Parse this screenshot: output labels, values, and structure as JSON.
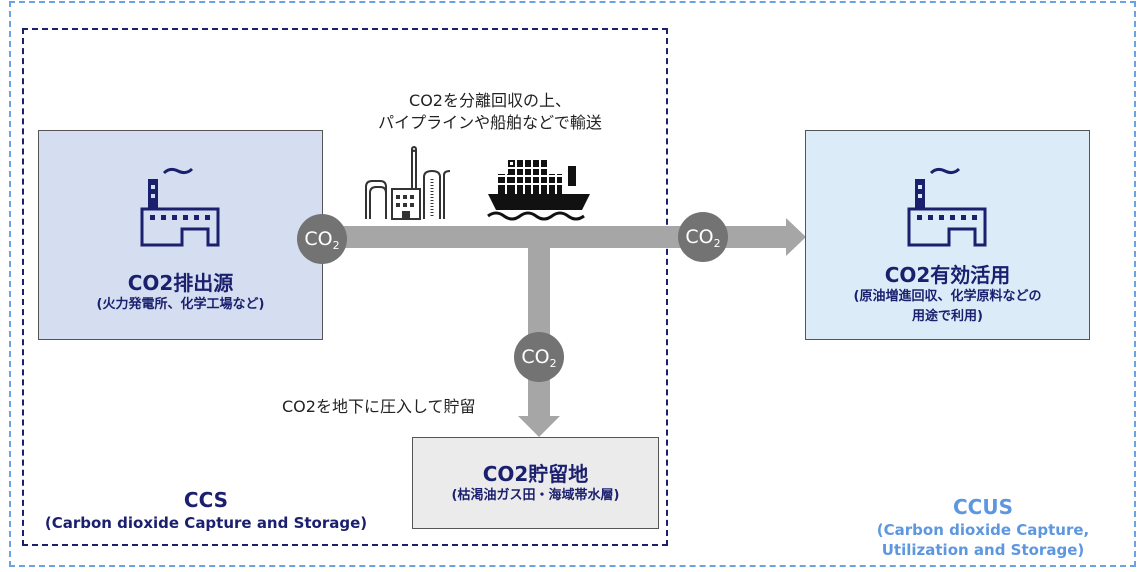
{
  "frames": {
    "ccus": {
      "title": "CCUS",
      "subtitle_line1": "(Carbon dioxide Capture,",
      "subtitle_line2": "Utilization and Storage)",
      "color": "#6ca1e6"
    },
    "ccs": {
      "title": "CCS",
      "subtitle": "(Carbon dioxide Capture and Storage)",
      "color": "#1a1f6e"
    }
  },
  "source": {
    "title": "CO2排出源",
    "subtitle": "(火力発電所、化学工場など)",
    "icon": "factory-icon"
  },
  "utilization": {
    "title": "CO2有効活用",
    "subtitle_line1": "(原油増進回収、化学原料などの",
    "subtitle_line2": "用途で利用)",
    "icon": "factory-icon"
  },
  "storage": {
    "title": "CO2貯留地",
    "subtitle": "(枯渇油ガス田・海域帯水層)"
  },
  "transport": {
    "caption_line1": "CO2を分離回収の上、",
    "caption_line2": "パイプラインや船舶などで輸送",
    "icons": [
      "refinery-icon",
      "cargo-ship-icon"
    ]
  },
  "injection": {
    "caption": "CO2を地下に圧入して貯留"
  },
  "badges": {
    "co2_main": "CO",
    "co2_sub": "2"
  },
  "colors": {
    "arrow": "#a6a6a6",
    "badge": "#737373",
    "text_dark": "#1a1f6e"
  }
}
